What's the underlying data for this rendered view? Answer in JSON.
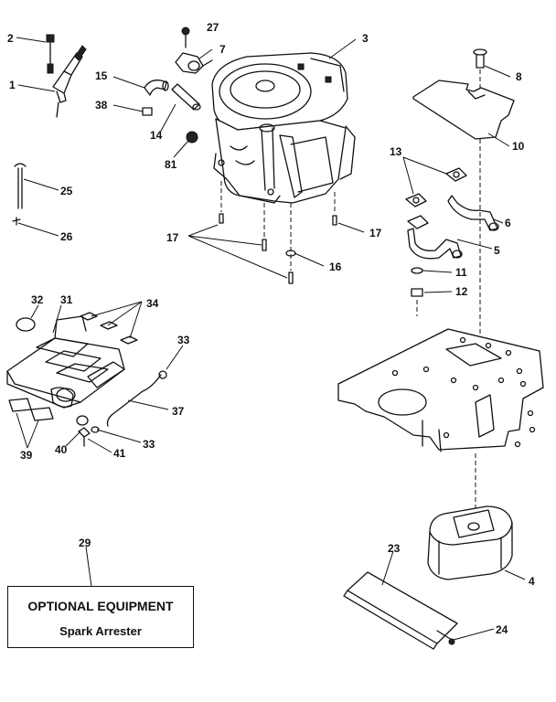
{
  "labels": {
    "l1": "1",
    "l2": "2",
    "l3": "3",
    "l4": "4",
    "l5": "5",
    "l6": "6",
    "l7": "7",
    "l8": "8",
    "l10": "10",
    "l11": "11",
    "l12": "12",
    "l13": "13",
    "l14": "14",
    "l15": "15",
    "l16": "16",
    "l17a": "17",
    "l17b": "17",
    "l23": "23",
    "l24": "24",
    "l25": "25",
    "l26": "26",
    "l27": "27",
    "l29": "29",
    "l31": "31",
    "l32": "32",
    "l33a": "33",
    "l33b": "33",
    "l34": "34",
    "l37": "37",
    "l38": "38",
    "l39": "39",
    "l40": "40",
    "l41": "41",
    "l81": "81"
  },
  "optional": {
    "title": "OPTIONAL EQUIPMENT",
    "subtitle": "Spark Arrester"
  }
}
